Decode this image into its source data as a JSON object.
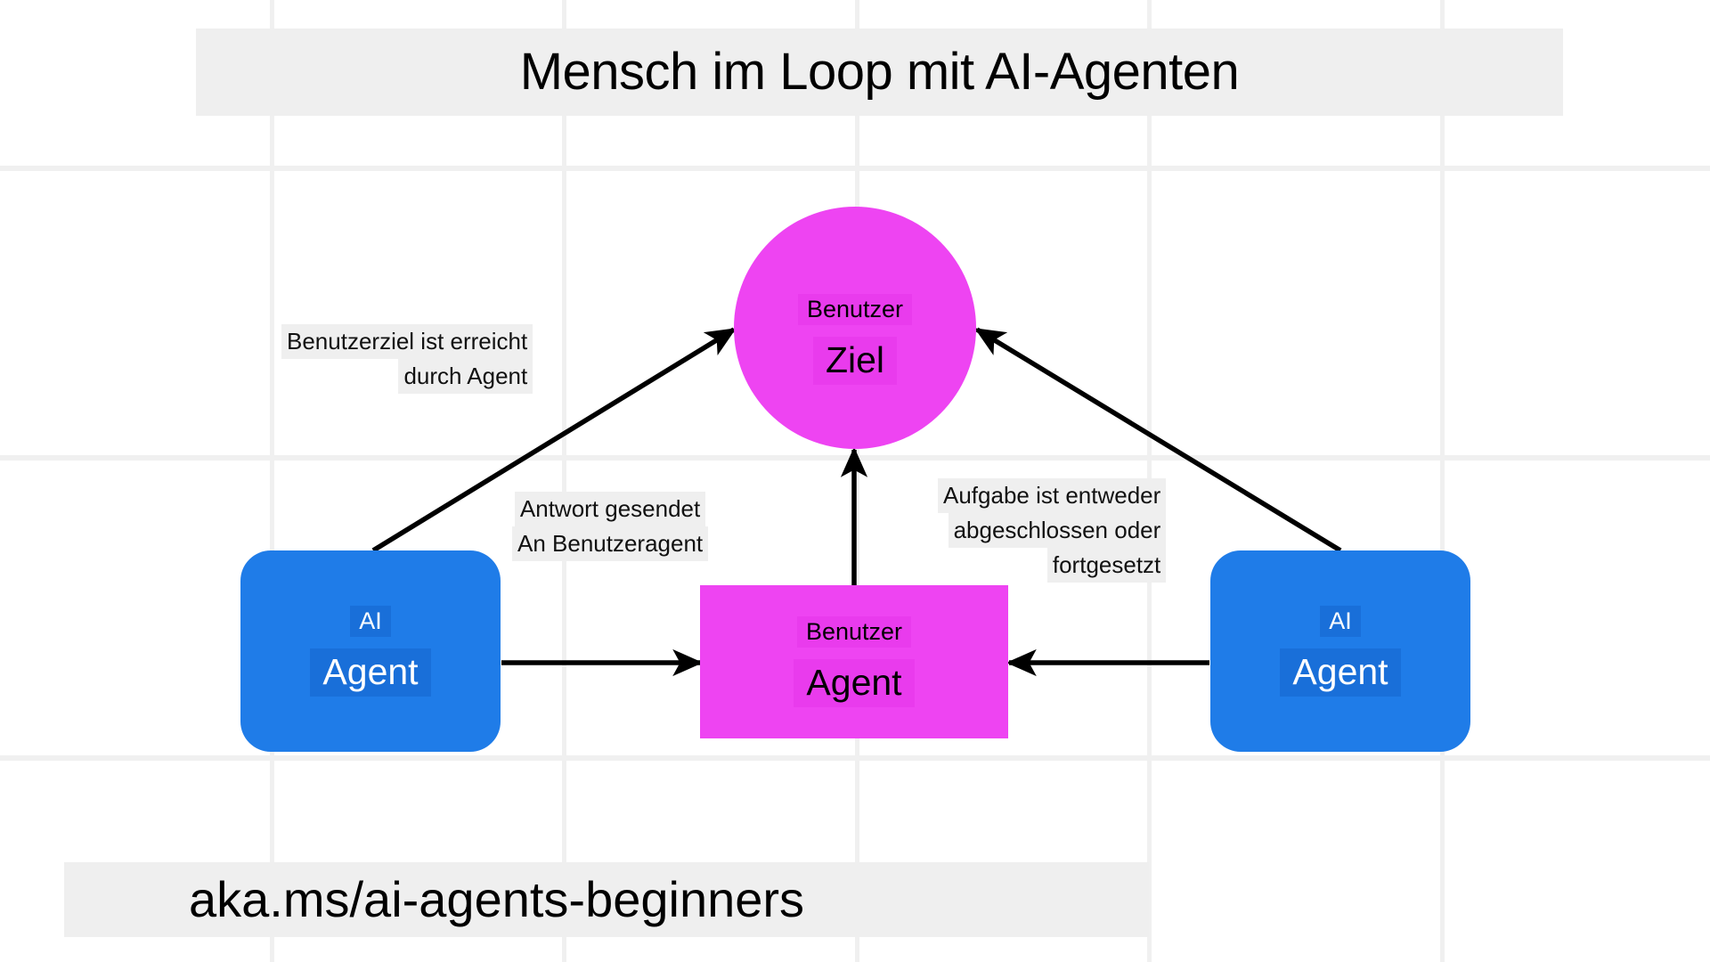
{
  "title": "Mensch im Loop mit AI-Agenten",
  "footer": "aka.ms/ai-agents-beginners",
  "colors": {
    "magenta": "#ee44f2",
    "blue": "#1f7ce8",
    "banner_gray": "#efefef",
    "grid_gray": "#f0f0f0",
    "arrow_black": "#000000"
  },
  "nodes": {
    "user_goal": {
      "shape": "circle",
      "color": "#ee44f2",
      "line1": "Benutzer",
      "line2": "Ziel"
    },
    "user_agent": {
      "shape": "rectangle",
      "color": "#ee44f2",
      "line1": "Benutzer",
      "line2": "Agent"
    },
    "ai_agent_left": {
      "shape": "rounded-rectangle",
      "color": "#1f7ce8",
      "line1": "AI",
      "line2": "Agent"
    },
    "ai_agent_right": {
      "shape": "rounded-rectangle",
      "color": "#1f7ce8",
      "line1": "AI",
      "line2": "Agent"
    }
  },
  "edge_labels": {
    "goal_reached": {
      "line1": "Benutzerziel ist erreicht",
      "line2": "durch Agent"
    },
    "response_sent": {
      "line1": "Antwort gesendet",
      "line2": "An Benutzeragent"
    },
    "task_status": {
      "line1": "Aufgabe ist entweder",
      "line2": "abgeschlossen oder",
      "line3": "fortgesetzt"
    }
  }
}
